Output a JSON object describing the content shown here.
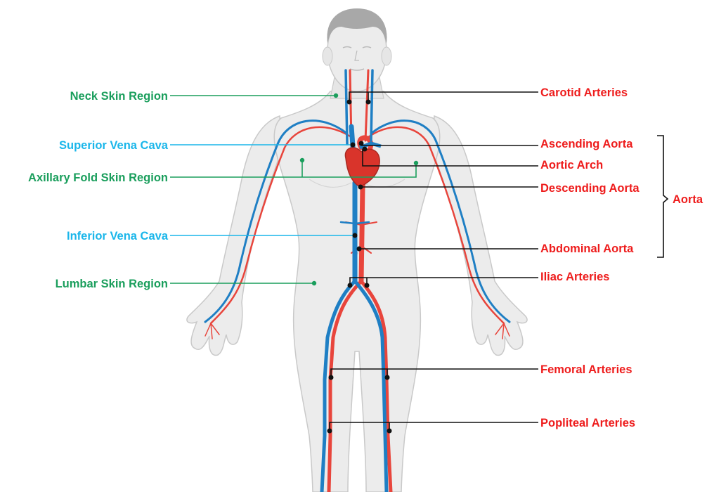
{
  "labels": {
    "left": {
      "neck_skin_region": "Neck Skin Region",
      "superior_vena_cava": "Superior Vena Cava",
      "axillary_fold_skin_region": "Axillary Fold Skin Region",
      "inferior_vena_cava": "Inferior Vena Cava",
      "lumbar_skin_region": "Lumbar Skin Region"
    },
    "right": {
      "carotid_arteries": "Carotid Arteries",
      "ascending_aorta": "Ascending Aorta",
      "aortic_arch": "Aortic Arch",
      "descending_aorta": "Descending Aorta",
      "abdominal_aorta": "Abdominal Aorta",
      "iliac_arteries": "Iliac Arteries",
      "femoral_arteries": "Femoral Arteries",
      "popliteal_arteries": "Popliteal Arteries"
    },
    "aorta_group": "Aorta"
  },
  "colors": {
    "skin_label": "#1a9e5c",
    "vein_label": "#1ab6ea",
    "artery_label": "#ee1c1c",
    "vein": "#1f7fc4",
    "artery": "#e8453c",
    "heart": "#d9342b",
    "body_fill": "#ececec",
    "body_outline": "#c9c9c9",
    "hair": "#a8a8a8"
  }
}
